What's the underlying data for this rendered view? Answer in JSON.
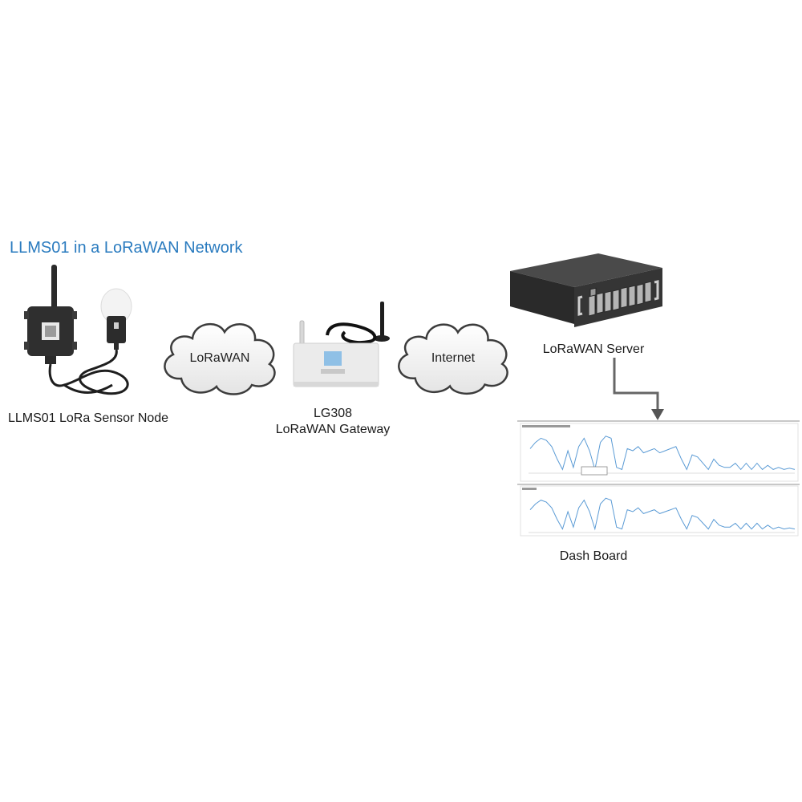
{
  "diagram": {
    "title": "LLMS01 in a LoRaWAN Network",
    "title_color": "#2a7bbf",
    "nodes": {
      "sensor": {
        "label": "LLMS01 LoRa Sensor Node",
        "icon": "sensor-node-icon"
      },
      "cloud_lorawan": {
        "label": "LoRaWAN",
        "icon": "cloud-icon"
      },
      "gateway": {
        "model": "LG308",
        "label": "LoRaWAN Gateway",
        "icon": "gateway-icon"
      },
      "cloud_internet": {
        "label": "Internet",
        "icon": "cloud-icon"
      },
      "server": {
        "label": "LoRaWAN Server",
        "icon": "server-rack-icon"
      },
      "dashboard": {
        "label": "Dash Board",
        "icon": "dashboard-chart-icon"
      }
    },
    "edges": [
      {
        "from": "server",
        "to": "dashboard",
        "style": "elbow-arrow",
        "color": "#666666"
      }
    ],
    "dashboard_series_color": "#5b9bd5"
  }
}
